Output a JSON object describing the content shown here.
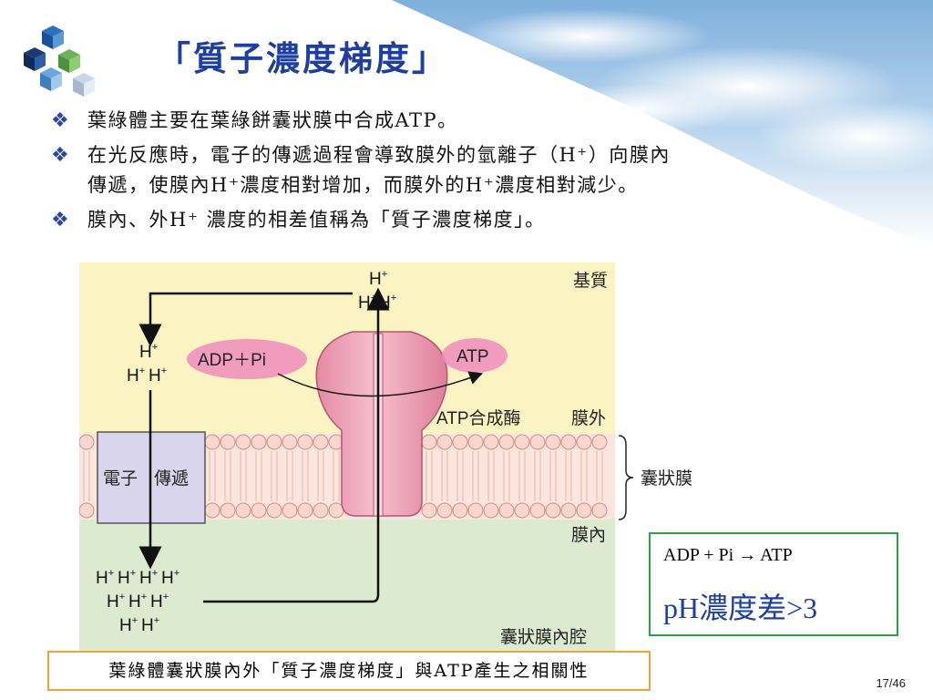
{
  "slide": {
    "title": "「質子濃度梯度」",
    "bullets": [
      {
        "lines": [
          "葉綠體主要在葉綠餅囊狀膜中合成ATP。"
        ]
      },
      {
        "lines": [
          "在光反應時，電子的傳遞過程會導致膜外的氫離子（H⁺）向膜內",
          "傳遞，使膜內H⁺濃度相對增加，而膜外的H⁺濃度相對減少。"
        ]
      },
      {
        "lines": [
          "膜內、外H⁺ 濃度的相差值稱為「質子濃度梯度」。"
        ]
      }
    ],
    "page_number": "17/46"
  },
  "diagram": {
    "regions": {
      "stroma": "基質",
      "outside": "膜外",
      "membrane": "囊狀膜",
      "inside": "膜內",
      "lumen": "囊狀膜內腔"
    },
    "electron_transport_label_a": "電子",
    "electron_transport_label_b": "傳遞",
    "atp_synthase_label": "ATP合成酶",
    "adp_label": "ADP＋Pi",
    "atp_label": "ATP",
    "proton": "H",
    "proton_charge": "+",
    "colors": {
      "stroma": "#fbf4c2",
      "lumen": "#dcebcf",
      "membrane_lipid": "#f7d7cf",
      "synthase": "#f2a7bc",
      "adp_ellipse": "#f08cbc",
      "transport_box": "#d9d5ec"
    }
  },
  "infobox": {
    "equation": "ADP + Pi → ATP",
    "ph_text": "pH濃度差>3"
  },
  "caption": "葉綠體囊狀膜內外「質子濃度梯度」與ATP產生之相關性"
}
